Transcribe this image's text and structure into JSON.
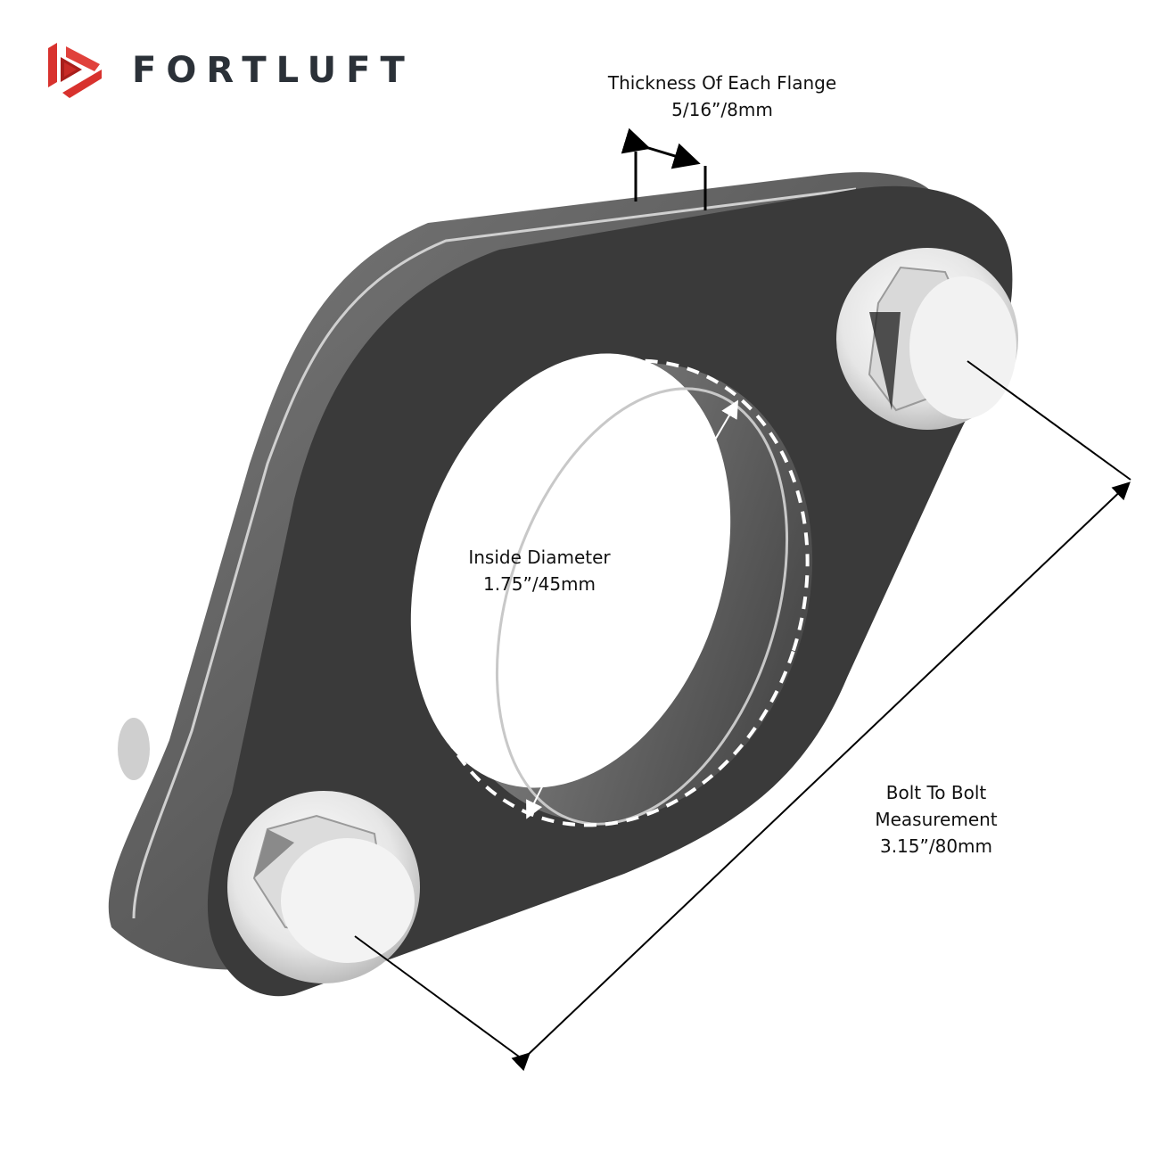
{
  "brand": {
    "name": "FORTLUFT",
    "logo_icon": "red-hexagon-play-icon",
    "colors": {
      "logo_red": "#d8322e",
      "logo_dark_red": "#a81e1b",
      "text": "#2b3138"
    }
  },
  "product": {
    "description": "Two-bolt exhaust flange with bolts",
    "colors": {
      "flange_face": "#3a3a3a",
      "flange_edge": "#6a6a6a",
      "bolt": "#e9e9e9",
      "background": "#ffffff"
    }
  },
  "annotations": {
    "thickness": {
      "title": "Thickness Of Each Flange",
      "value": "5/16”/8mm"
    },
    "inside_diameter": {
      "title": "Inside Diameter",
      "value": "1.75”/45mm"
    },
    "bolt_to_bolt": {
      "line1": "Bolt To Bolt",
      "line2": "Measurement",
      "value": "3.15”/80mm"
    }
  }
}
